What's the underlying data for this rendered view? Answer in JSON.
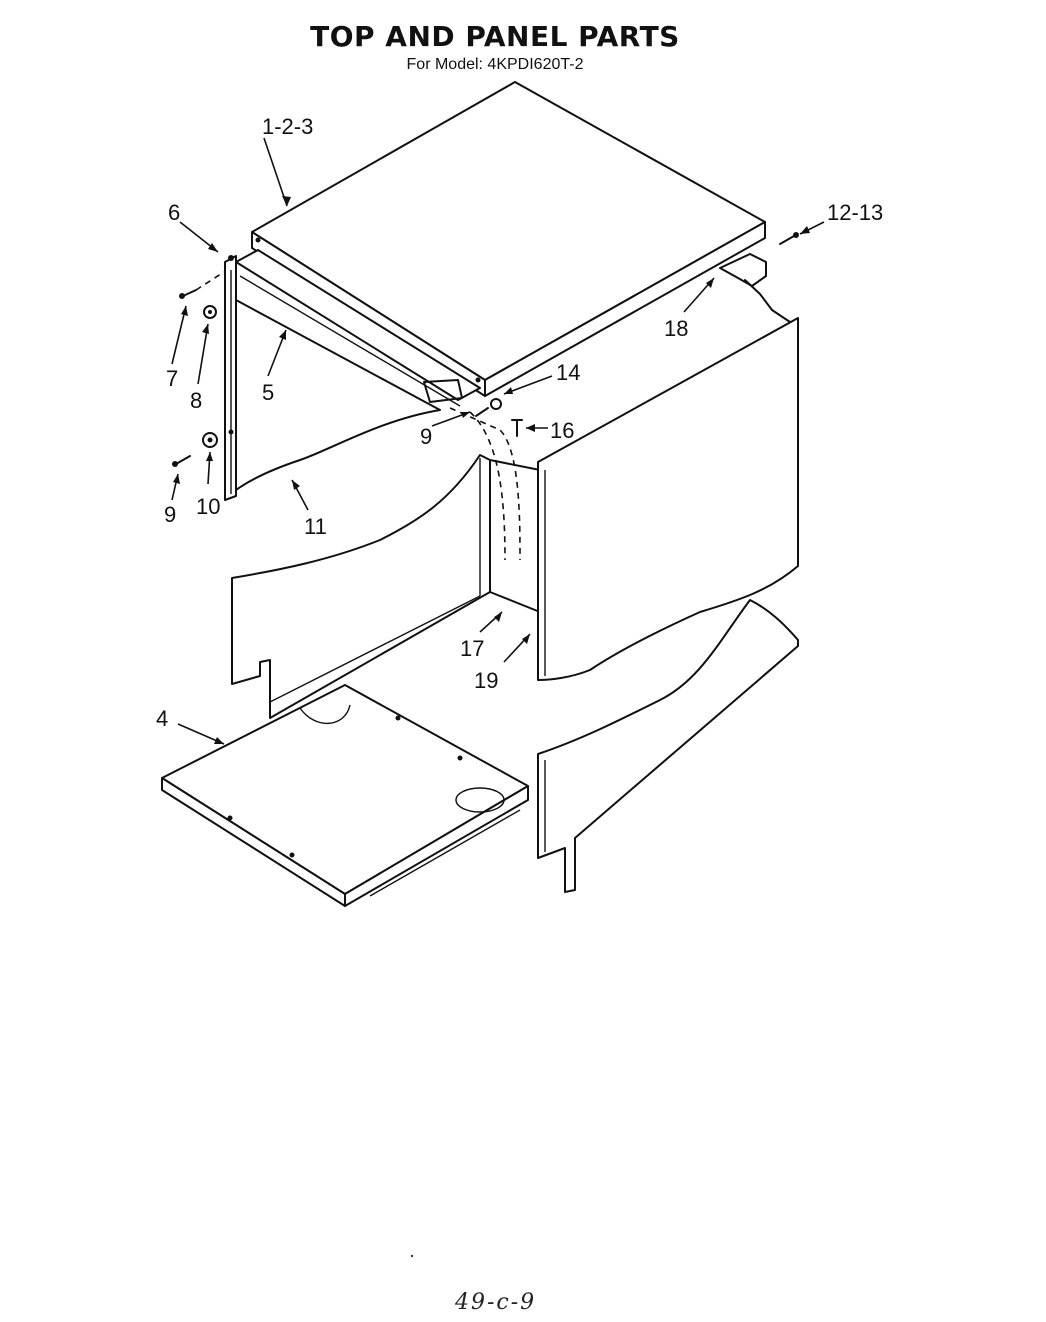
{
  "header": {
    "title": "TOP AND PANEL PARTS",
    "subtitle": "For Model: 4KPDI620T-2"
  },
  "footer": {
    "handwritten_note": "49-c-9"
  },
  "callouts": {
    "top_1_2_3": "1-2-3",
    "part_4": "4",
    "part_5": "5",
    "part_6": "6",
    "part_7": "7",
    "part_8": "8",
    "part_9_upper": "9",
    "part_9_lower": "9",
    "part_10": "10",
    "part_11": "11",
    "part_12_13": "12-13",
    "part_14": "14",
    "part_16": "16",
    "part_17": "17",
    "part_18": "18",
    "part_19": "19"
  }
}
